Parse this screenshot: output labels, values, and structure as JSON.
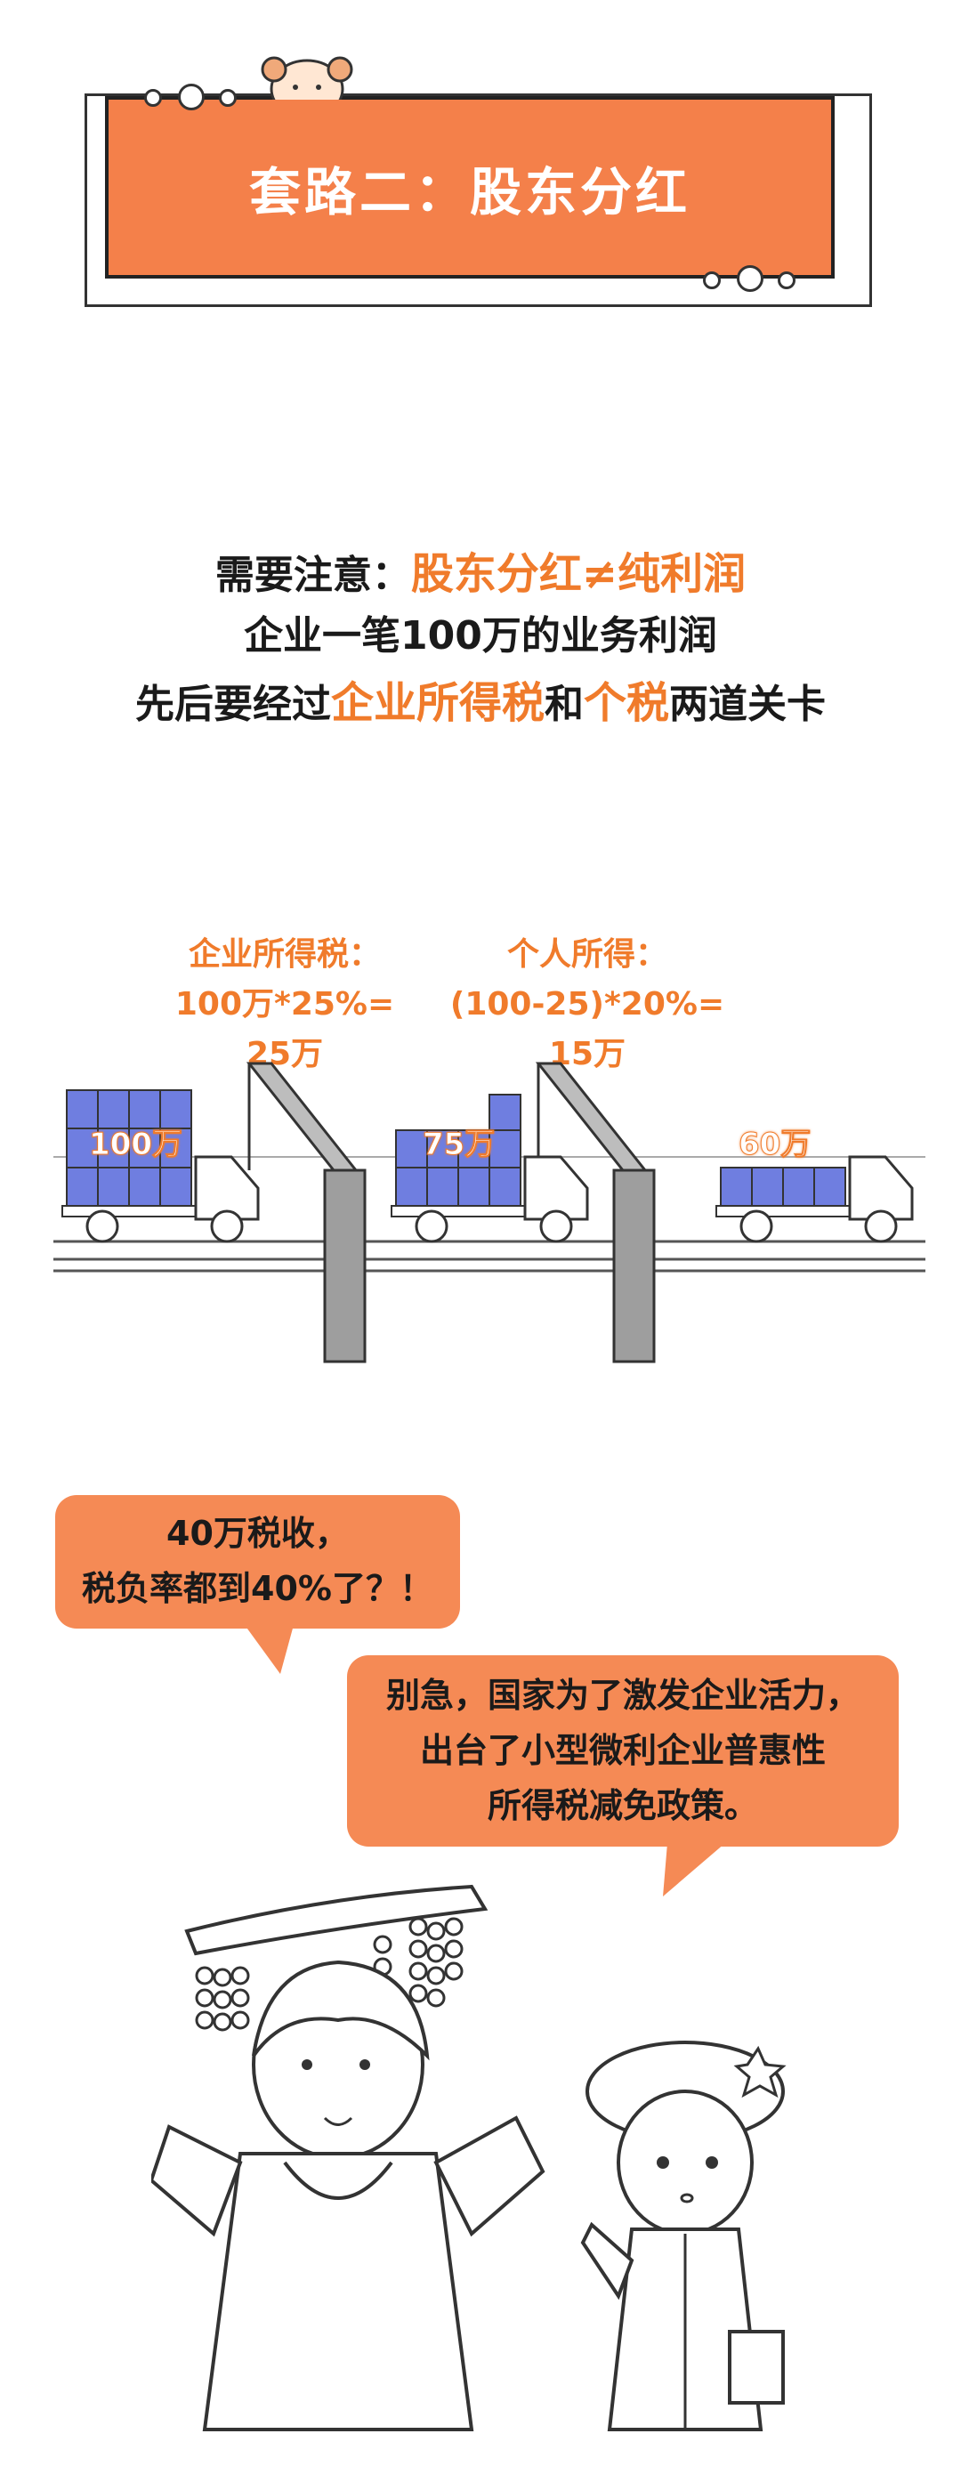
{
  "title": "套路二：股东分红",
  "notice": {
    "line1_prefix": "需要注意：",
    "line1_highlight": "股东分红≠纯利润",
    "line2": "企业一笔100万的业务利润",
    "line3_a": "先后要经过",
    "line3_hl1": "企业所得税",
    "line3_b": "和",
    "line3_hl2": "个税",
    "line3_c": "两道关卡"
  },
  "tax1": {
    "line1": "企业所得税：",
    "line2": "100万*25%=",
    "line3": "25万"
  },
  "tax2": {
    "line1": "个人所得：",
    "line2": "(100-25)*20%=",
    "line3": "15万"
  },
  "trucks": {
    "truck1": "100万",
    "truck2": "75万",
    "truck3": "60万"
  },
  "bubble1": {
    "line1": "40万税收，",
    "line2": "税负率都到40%了？！"
  },
  "bubble2": {
    "line1": "别急，国家为了激发企业活力，",
    "line2": "出台了小型微利企业普惠性",
    "line3": "所得税减免政策。"
  },
  "colors": {
    "accent": "#f07b2b",
    "banner": "#f4804a",
    "bubble": "#f58a55",
    "box_blue": "#6f7ee0"
  }
}
